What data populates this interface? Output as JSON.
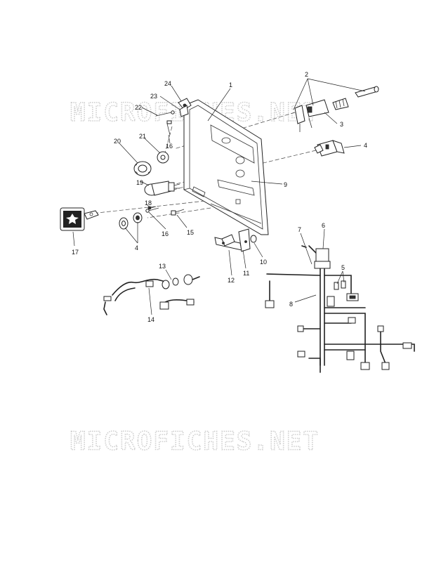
{
  "watermark": {
    "top_text": "MICROFICHES.NET",
    "bottom_text": "MICROFICHES.NET"
  },
  "callouts": {
    "c1": "1",
    "c2": "2",
    "c3": "3",
    "c4a": "4",
    "c4b": "4",
    "c5": "5",
    "c6": "6",
    "c7": "7",
    "c8": "8",
    "c9": "9",
    "c10": "10",
    "c11": "11",
    "c12": "12",
    "c13": "13",
    "c14": "14",
    "c15": "15",
    "c16a": "16",
    "c16b": "16",
    "c17": "17",
    "c18": "18",
    "c19": "19",
    "c20": "20",
    "c21": "21",
    "c22": "22",
    "c23": "23",
    "c24": "24"
  }
}
